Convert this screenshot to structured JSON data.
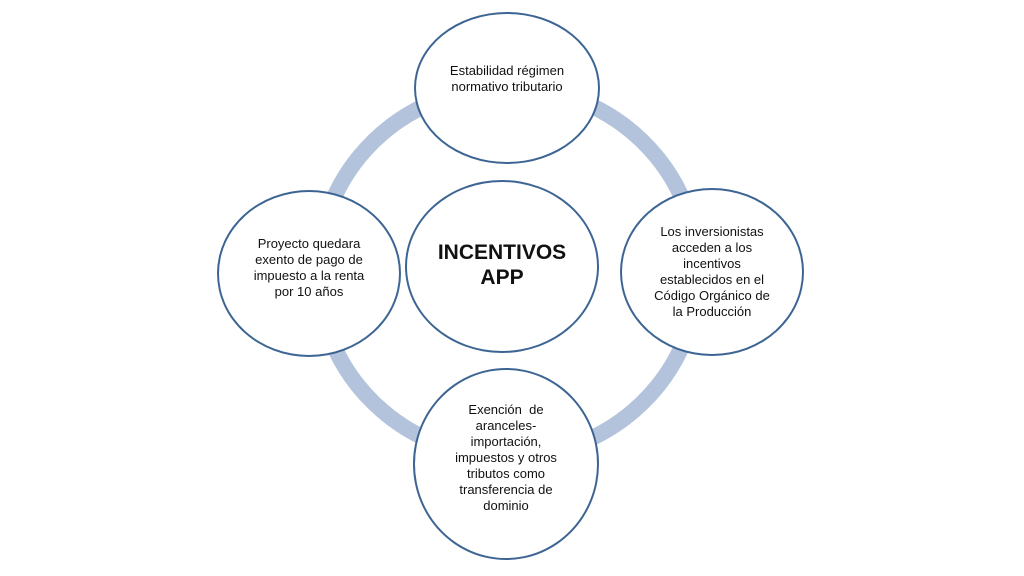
{
  "diagram": {
    "type": "cycle",
    "ring_color": "#b4c3dc",
    "node_border_color": "#3d6594",
    "center": {
      "line1": "INCENTIVOS",
      "line2": "APP"
    },
    "nodes": {
      "top": {
        "lines": [
          "Estabilidad régimen",
          "normativo tributario"
        ]
      },
      "right": {
        "lines": [
          "Los inversionistas",
          "acceden a los",
          "incentivos",
          "establecidos en el",
          "Código Orgánico de",
          "la Producción"
        ]
      },
      "bottom": {
        "lines": [
          "Exención  de",
          "aranceles-",
          "importación,",
          "impuestos y otros",
          "tributos como",
          "transferencia de",
          "dominio"
        ]
      },
      "left": {
        "lines": [
          "Proyecto quedara",
          "exento de pago de",
          "impuesto a la renta",
          "por 10 años"
        ]
      }
    }
  }
}
